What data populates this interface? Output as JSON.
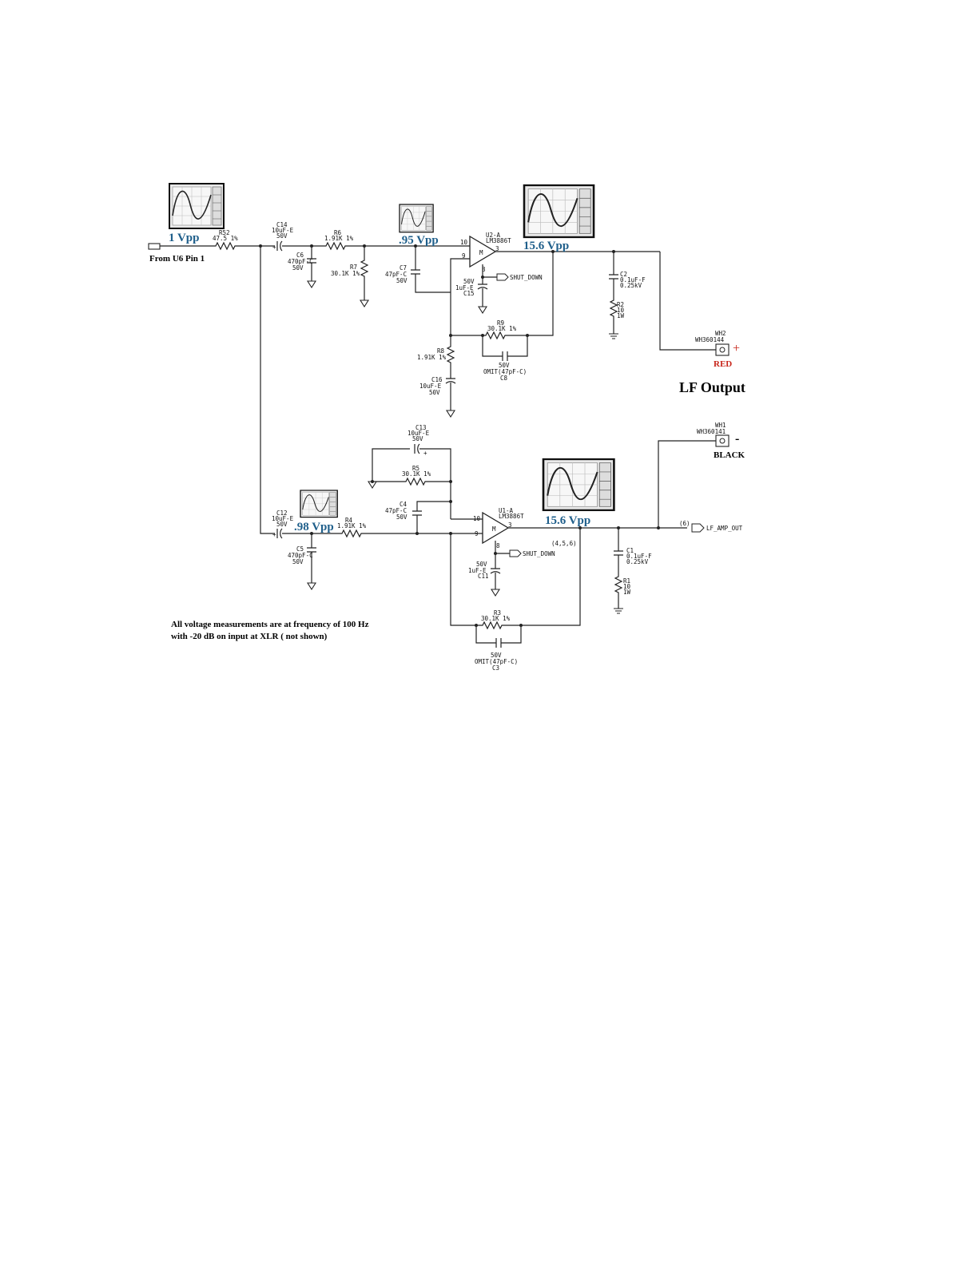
{
  "input": {
    "label": "From U6 Pin 1"
  },
  "measurements": {
    "input_vpp": "1 Vpp",
    "upper_opamp_input_vpp": ".95 Vpp",
    "upper_output_vpp": "15.6 Vpp",
    "lower_input_vpp": ".98 Vpp",
    "lower_output_vpp": "15.6 Vpp"
  },
  "components": {
    "R52": {
      "ref": "R52",
      "value": "47.5  1%"
    },
    "C14": {
      "ref": "C14",
      "value": "10uF-E",
      "rating": "50V"
    },
    "C6": {
      "ref": "C6",
      "value": "470pF-C",
      "rating": "50V"
    },
    "R6": {
      "ref": "R6",
      "value": "1.91K  1%"
    },
    "R7": {
      "ref": "R7",
      "value": "30.1K  1%"
    },
    "C7": {
      "ref": "C7",
      "value": "47pF-C",
      "rating": "50V"
    },
    "U2": {
      "ref": "U2-A",
      "part": "LM3886T",
      "pin10": "10",
      "pin9": "9",
      "pin3": "3",
      "pin8": "8",
      "mute": "M"
    },
    "C15": {
      "ref": "C15",
      "value": "1uF-E",
      "rating": "50V"
    },
    "R9": {
      "ref": "R9",
      "value": "30.1K  1%"
    },
    "C8": {
      "ref": "C8",
      "value": "OMIT(47pF-C)",
      "rating": "50V"
    },
    "R8": {
      "ref": "R8",
      "value": "1.91K  1%"
    },
    "C16": {
      "ref": "C16",
      "value": "10uF-E",
      "rating": "50V"
    },
    "C2": {
      "ref": "C2",
      "value": "0.1uF-F",
      "rating": "0.25kV"
    },
    "R2": {
      "ref": "R2",
      "value": "10",
      "rating": "1W"
    },
    "WH2": {
      "ref": "WH2",
      "part": "WH360144",
      "sign": "+",
      "color": "RED"
    },
    "WH1": {
      "ref": "WH1",
      "part": "WH360141",
      "sign": "-",
      "color": "BLACK"
    },
    "C13": {
      "ref": "C13",
      "value": "10uF-E",
      "rating": "50V"
    },
    "R5": {
      "ref": "R5",
      "value": "30.1K  1%"
    },
    "C4": {
      "ref": "C4",
      "value": "47pF-C",
      "rating": "50V"
    },
    "C12": {
      "ref": "C12",
      "value": "10uF-E",
      "rating": "50V"
    },
    "R4": {
      "ref": "R4",
      "value": "1.91K  1%"
    },
    "C5": {
      "ref": "C5",
      "value": "470pF-C",
      "rating": "50V"
    },
    "U1": {
      "ref": "U1-A",
      "part": "LM3886T",
      "pin10": "10",
      "pin9": "9",
      "pin3": "3",
      "pin8": "8",
      "mute": "M"
    },
    "C11": {
      "ref": "C11",
      "value": "1uF-E",
      "rating": "50V"
    },
    "R3": {
      "ref": "R3",
      "value": "30.1K  1%"
    },
    "C3": {
      "ref": "C3",
      "value": "OMIT(47pF-C)",
      "rating": "50V"
    },
    "C1": {
      "ref": "C1",
      "value": "0.1uF-F",
      "rating": "0.25kV"
    },
    "R1": {
      "ref": "R1",
      "value": "10",
      "rating": "1W"
    }
  },
  "nets": {
    "shutdown_upper": "SHUT_DOWN",
    "shutdown_lower": "SHUT_DOWN",
    "lf_amp_out_ref": "(6)",
    "lf_amp_out": "LF_AMP_OUT",
    "sheet_refs": "(4,5,6)"
  },
  "output_title": "LF Output",
  "notes": {
    "line1": "All voltage measurements are at frequency of 100 Hz",
    "line2": "with -20 dB on input at XLR ( not shown)"
  },
  "colors": {
    "measurement": "#1f5f8b",
    "red_terminal": "#c8261b",
    "wire": "#222222"
  },
  "icons": [
    "oscilloscope-thumbnail",
    "ground-symbol",
    "chassis-ground-symbol",
    "op-amp-symbol",
    "terminal-symbol"
  ]
}
